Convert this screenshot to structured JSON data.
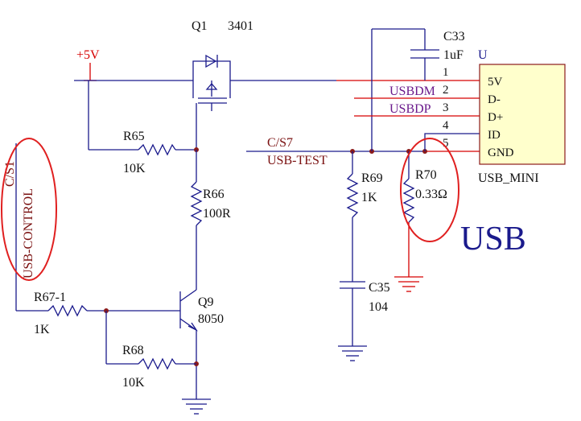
{
  "q1": {
    "ref": "Q1",
    "part": "3401"
  },
  "power": {
    "label": "+5V"
  },
  "c33": {
    "ref": "C33",
    "value": "1uF"
  },
  "connector": {
    "ref": "U",
    "name": "USB_MINI",
    "pins": [
      {
        "num": "1",
        "name": "5V"
      },
      {
        "num": "2",
        "name": "D-"
      },
      {
        "num": "3",
        "name": "D+"
      },
      {
        "num": "4",
        "name": "ID"
      },
      {
        "num": "5",
        "name": "GND"
      }
    ]
  },
  "nets": {
    "usbdm": "USBDM",
    "usbdp": "USBDP",
    "cs7": "C/S7",
    "usb_test": "USB-TEST",
    "cs1": "C/S1",
    "usb_control": "USB-CONTROL"
  },
  "r65": {
    "ref": "R65",
    "value": "10K"
  },
  "r66": {
    "ref": "R66",
    "value": "100R"
  },
  "r69": {
    "ref": "R69",
    "value": "1K"
  },
  "r70": {
    "ref": "R70",
    "value": "0.33Ω"
  },
  "c35": {
    "ref": "C35",
    "value": "104"
  },
  "r67": {
    "ref": "R67-1",
    "value": "1K"
  },
  "q9": {
    "ref": "Q9",
    "part": "8050"
  },
  "r68": {
    "ref": "R68",
    "value": "10K"
  },
  "annotation": {
    "text": "USB",
    "color": "#1a1a8c"
  },
  "colors": {
    "wire": "#1a1a8c",
    "mark": "#e02020",
    "connector_fill": "#ffffcc"
  }
}
